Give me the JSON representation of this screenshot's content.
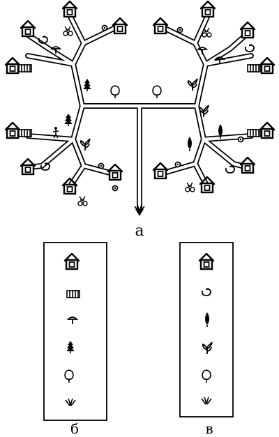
{
  "figure": {
    "label_a": "а",
    "label_b": "б",
    "label_v": "в"
  },
  "legend_b": {
    "items": [
      "house-icon",
      "fence-icon",
      "mushroom-icon",
      "fir-tree-icon",
      "deciduous-tree-icon",
      "grass-icon"
    ]
  },
  "legend_v": {
    "items": [
      "house-icon",
      "ring-icon",
      "cypress-icon",
      "plant-icon",
      "deciduous-tree-icon",
      "grass-icon"
    ]
  },
  "colors": {
    "ink": "#000000",
    "paper": "#ffffff"
  }
}
